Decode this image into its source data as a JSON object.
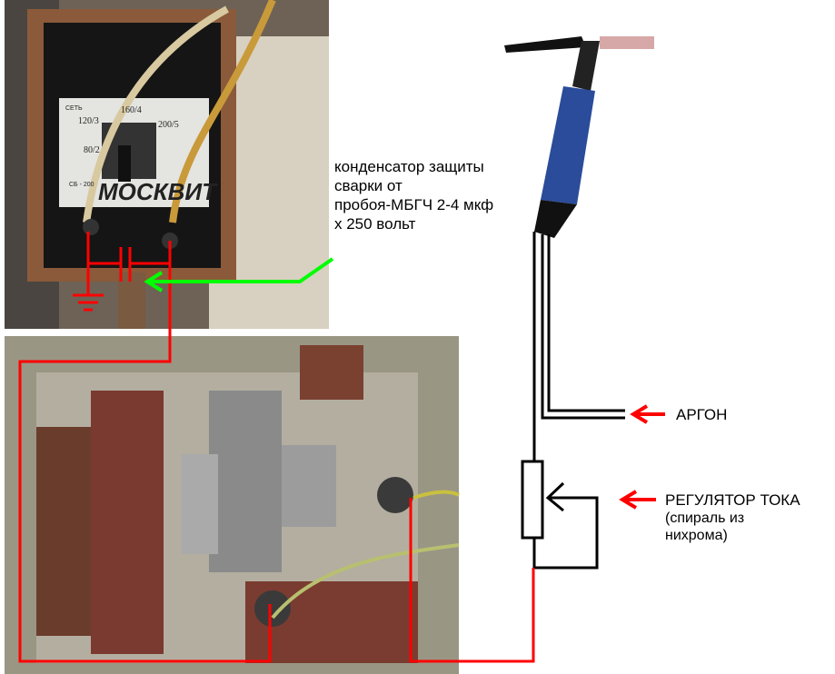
{
  "capacitor_label": {
    "lines": [
      "конденсатор защиты",
      "сварки от",
      "пробоя-МБГЧ 2-4 мкф",
      "х 250 вольт"
    ]
  },
  "argon_label": "АРГОН",
  "regulator_label": {
    "title": "РЕГУЛЯТОР ТОКА",
    "lines": [
      "(спираль из",
      "нихрома)"
    ]
  },
  "welder_plate": {
    "brand": "МОСКВИТ",
    "model": "СБ - 200",
    "scale": [
      "160/4",
      "200/5",
      "120/3",
      "80/2"
    ],
    "mains": "СЕТЬ"
  },
  "colors": {
    "wire_red": "#ff0000",
    "wire_black": "#000000",
    "capacitor_arrow": "#00ff00",
    "arrow_red": "#ff0000"
  }
}
